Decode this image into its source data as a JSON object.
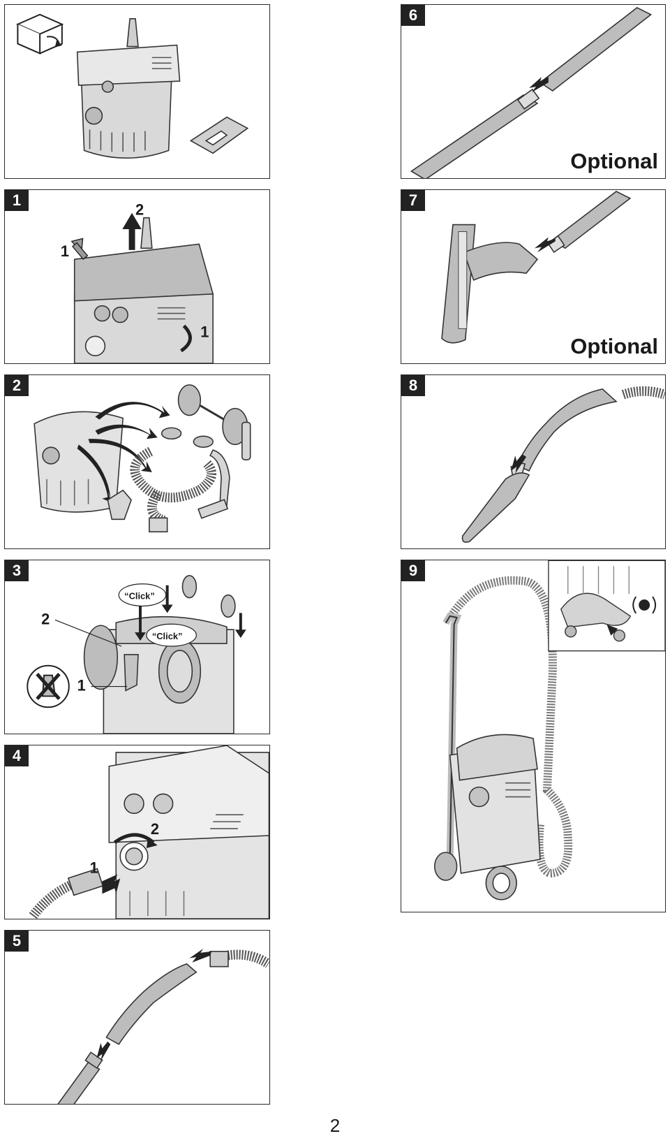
{
  "page_number": "2",
  "panels": {
    "p0": {
      "step": ""
    },
    "p1": {
      "step": "1",
      "labels": {
        "a": "2",
        "b": "1",
        "c": "1"
      }
    },
    "p2": {
      "step": "2"
    },
    "p3": {
      "step": "3",
      "labels": {
        "click1": "“Click”",
        "click2": "“Click”",
        "a": "2",
        "b": "1"
      }
    },
    "p4": {
      "step": "4",
      "labels": {
        "a": "2",
        "b": "1"
      }
    },
    "p5": {
      "step": "5"
    },
    "p6": {
      "step": "6",
      "note": "Optional"
    },
    "p7": {
      "step": "7",
      "note": "Optional"
    },
    "p8": {
      "step": "8"
    },
    "p9": {
      "step": "9"
    }
  },
  "colors": {
    "illustration_gray": "#bdbdbd",
    "ink": "#1a1a1a",
    "badge": "#222222"
  }
}
